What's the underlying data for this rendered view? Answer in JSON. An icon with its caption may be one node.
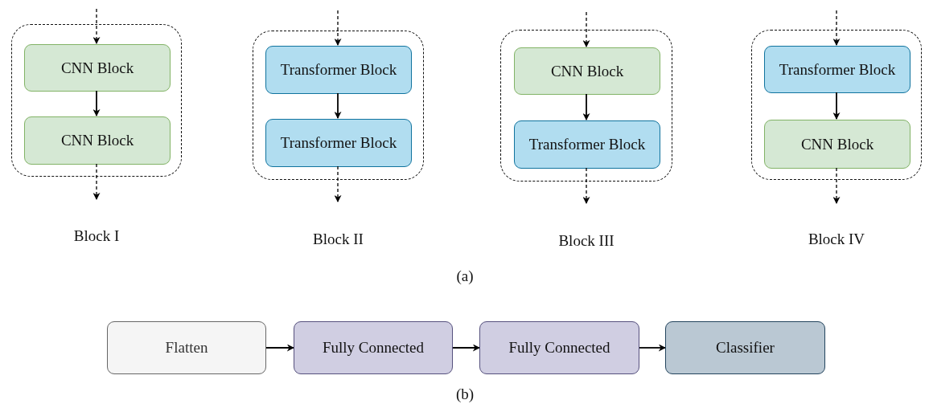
{
  "diagram": {
    "nodes": [
      {
        "text": [],
        "shape": "box",
        "beside": [
          "Block I"
        ]
      },
      {
        "text": [
          "CNN Block"
        ],
        "in": 0
      },
      {
        "text": [
          "CNN Block"
        ],
        "in": 0
      },
      {
        "text": [],
        "shape": "box",
        "beside": [
          "Block II"
        ]
      },
      {
        "text": [
          "Transformer Block"
        ],
        "in": 3
      },
      {
        "text": [
          "Transformer Block"
        ],
        "in": 3
      },
      {
        "text": [],
        "shape": "box",
        "beside": [
          "Block III"
        ]
      },
      {
        "text": [
          "CNN Block"
        ],
        "in": 6
      },
      {
        "text": [
          "Transformer Block"
        ],
        "in": 6
      },
      {
        "text": [],
        "shape": "box",
        "beside": [
          "Block IV"
        ]
      },
      {
        "text": [
          "Transformer Block"
        ],
        "in": 9
      },
      {
        "text": [
          "CNN Block"
        ],
        "in": 9
      },
      {
        "text": [
          "Flatten"
        ]
      },
      {
        "text": [
          "Fully Connected"
        ]
      },
      {
        "text": [
          "Fully Connected"
        ]
      },
      {
        "text": [
          "Classifier"
        ]
      }
    ],
    "edges": [
      {
        "from": null,
        "to": 1,
        "arrow": "to",
        "style": "dashed"
      },
      {
        "from": 1,
        "to": 2,
        "arrow": "to"
      },
      {
        "from": 2,
        "to": null,
        "arrow": "to",
        "style": "dashed"
      },
      {
        "from": null,
        "to": 4,
        "arrow": "to",
        "style": "dashed"
      },
      {
        "from": 4,
        "to": 5,
        "arrow": "to"
      },
      {
        "from": 5,
        "to": null,
        "arrow": "to",
        "style": "dashed"
      },
      {
        "from": null,
        "to": 7,
        "arrow": "to",
        "style": "dashed"
      },
      {
        "from": 7,
        "to": 8,
        "arrow": "to"
      },
      {
        "from": 8,
        "to": null,
        "arrow": "to",
        "style": "dashed"
      },
      {
        "from": null,
        "to": 10,
        "arrow": "to",
        "style": "dashed"
      },
      {
        "from": 10,
        "to": 11,
        "arrow": "to"
      },
      {
        "from": 11,
        "to": null,
        "arrow": "to",
        "style": "dashed"
      },
      {
        "from": 12,
        "to": 13,
        "arrow": "to"
      },
      {
        "from": 13,
        "to": 14,
        "arrow": "to"
      },
      {
        "from": 14,
        "to": 15,
        "arrow": "to"
      }
    ],
    "labels": [
      "(a)",
      "(b)"
    ]
  }
}
